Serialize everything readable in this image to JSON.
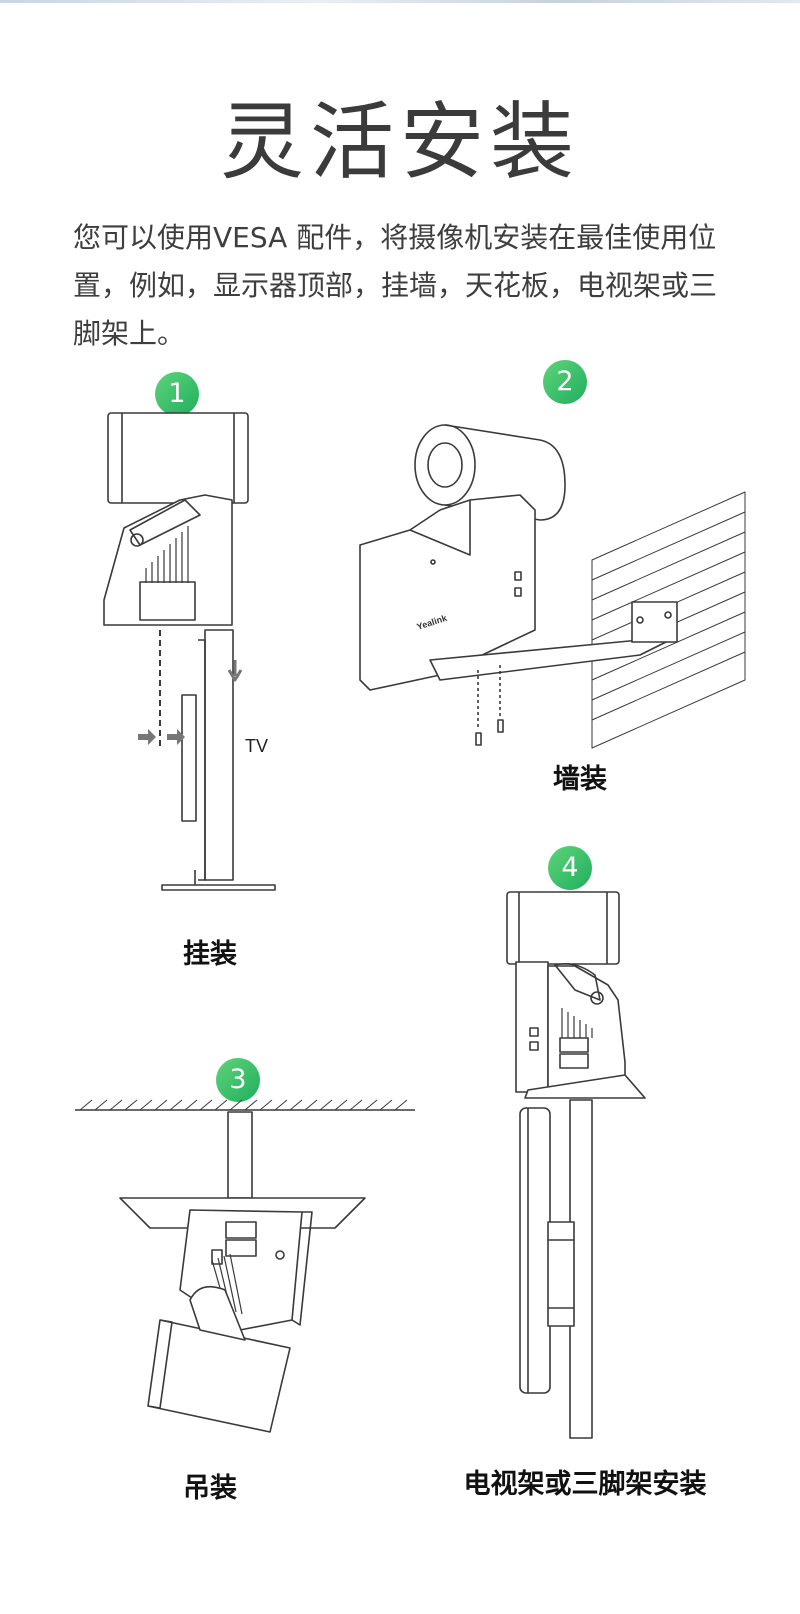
{
  "title": "灵活安装",
  "intro": "您可以使用VESA 配件，将摄像机安装在最佳使用位置，例如，显示器顶部，挂墙，天花板，电视架或三脚架上。",
  "panels": [
    {
      "number": "1",
      "caption": "挂装",
      "label": "TV"
    },
    {
      "number": "2",
      "caption": "墙装",
      "brand": "Yealink"
    },
    {
      "number": "3",
      "caption": "吊装"
    },
    {
      "number": "4",
      "caption": "电视架或三脚架安装"
    }
  ],
  "colors": {
    "badge": "#2cb865",
    "line": "#3a3a3a"
  }
}
